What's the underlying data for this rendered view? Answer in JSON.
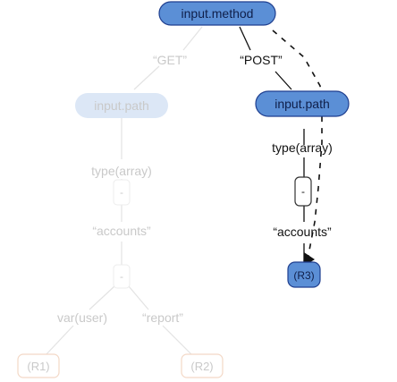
{
  "root": {
    "label": "input.method"
  },
  "edges_top": {
    "left": "“GET”",
    "right": "“POST”"
  },
  "faded": {
    "path": "input.path",
    "type": "type(array)",
    "hyphen1": "-",
    "accounts": "“accounts”",
    "hyphen2": "-",
    "var_user": "var(user)",
    "report": "“report”",
    "r1": "(R1)",
    "r2": "(R2)"
  },
  "active": {
    "path": "input.path",
    "type": "type(array)",
    "hyphen": "-",
    "accounts": "“accounts”",
    "r3": "(R3)"
  },
  "colors": {
    "active_fill": "#5b8fd6",
    "active_stroke": "#1f3f8f",
    "faded_fill": "#dce7f6",
    "faded_text": "#c9c9c9",
    "faded_rule_stroke": "#f3d8c6"
  }
}
